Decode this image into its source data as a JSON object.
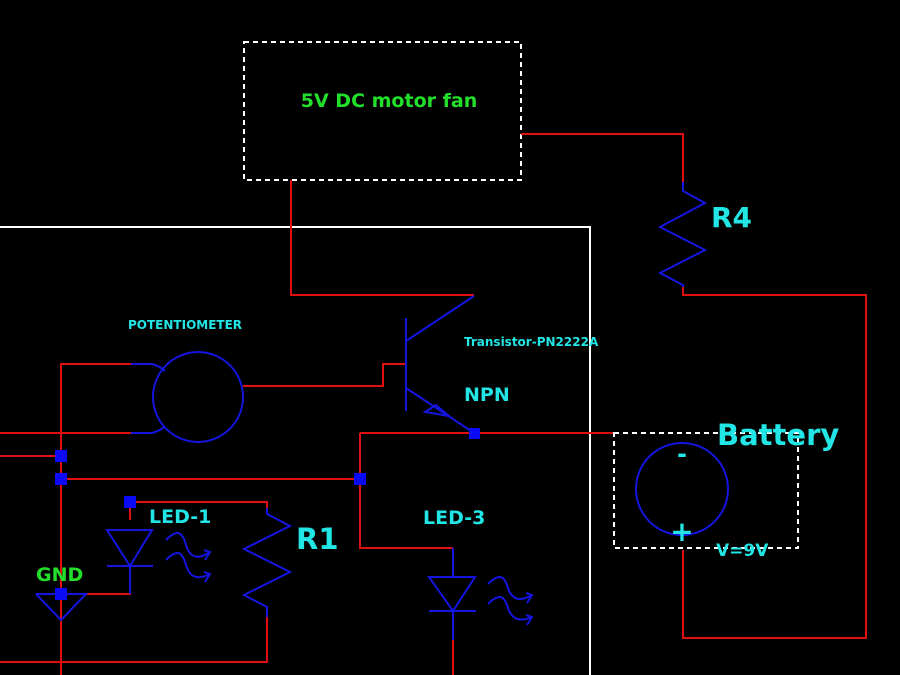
{
  "colors": {
    "background": "#000000",
    "wire": "#e01010",
    "symbol": "#1515e0",
    "junction": "#0a0af5",
    "label_cyan": "#22e6e6",
    "label_green": "#22e02a",
    "frame": "#ffffff"
  },
  "components": {
    "motor": {
      "label": "5V DC motor fan"
    },
    "r4": {
      "label": "R4"
    },
    "potentiometer": {
      "label": "POTENTIOMETER"
    },
    "transistor": {
      "label": "Transistor-PN2222A",
      "type_label": "NPN"
    },
    "battery": {
      "label": "Battery",
      "voltage_label": "V=9V",
      "minus_label": "-",
      "plus_label": "+"
    },
    "led1": {
      "label": "LED-1"
    },
    "r1": {
      "label": "R1"
    },
    "led3": {
      "label": "LED-3"
    },
    "ground": {
      "label": "GND"
    }
  }
}
